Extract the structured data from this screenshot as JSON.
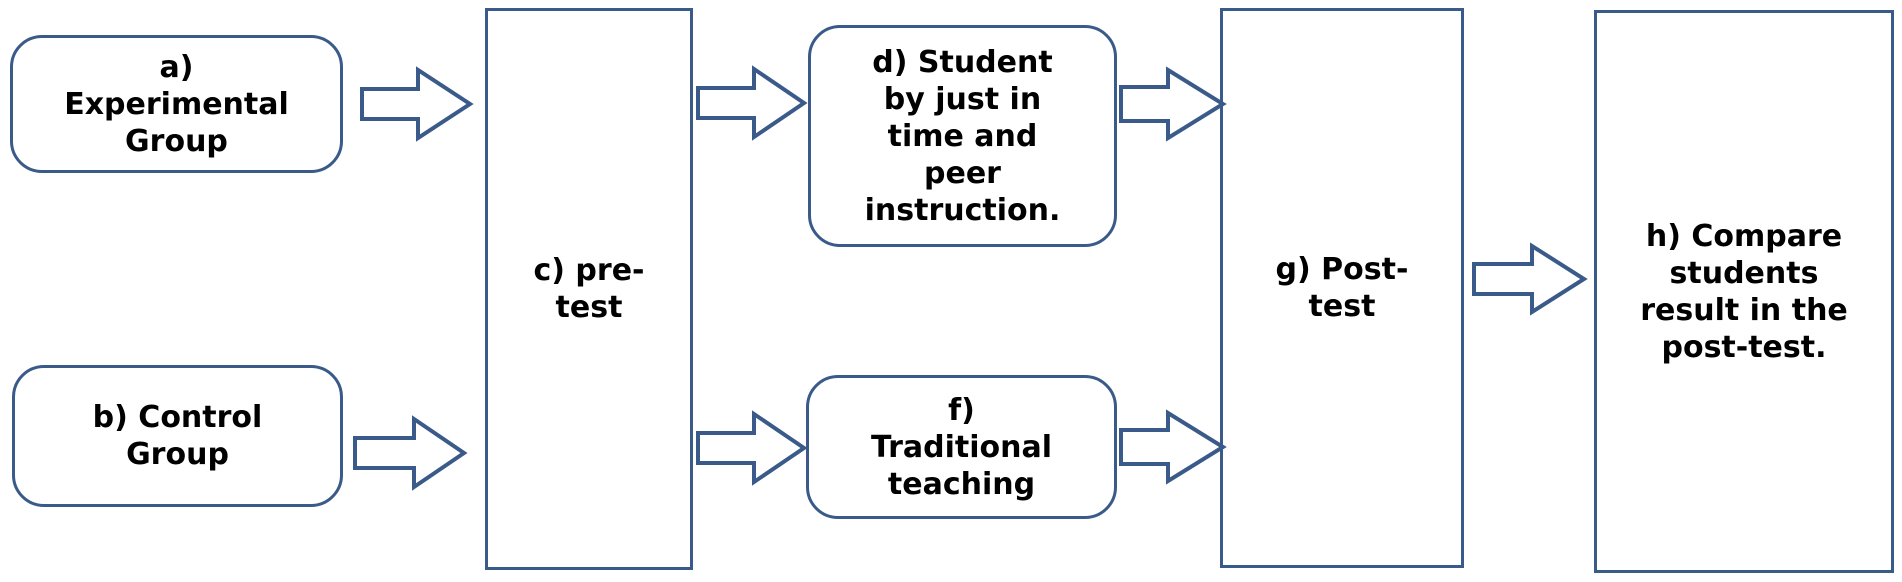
{
  "diagram": {
    "nodes": {
      "experimental_group": "a)\nExperimental\nGroup",
      "control_group": "b) Control\nGroup",
      "pre_test": "c) pre-\ntest",
      "jit_peer": "d) Student\nby just in\ntime and\npeer\ninstruction.",
      "traditional": "f)\nTraditional\nteaching",
      "post_test": "g) Post-\ntest",
      "compare": "h) Compare\nstudents\nresult in the\npost-test."
    },
    "colors": {
      "border": "#3a5a8a",
      "arrow_stroke": "#3a5a8a",
      "arrow_fill": "#ffffff"
    },
    "edges": [
      [
        "experimental_group",
        "pre_test"
      ],
      [
        "control_group",
        "pre_test"
      ],
      [
        "pre_test",
        "jit_peer"
      ],
      [
        "pre_test",
        "traditional"
      ],
      [
        "jit_peer",
        "post_test"
      ],
      [
        "traditional",
        "post_test"
      ],
      [
        "post_test",
        "compare"
      ]
    ]
  }
}
